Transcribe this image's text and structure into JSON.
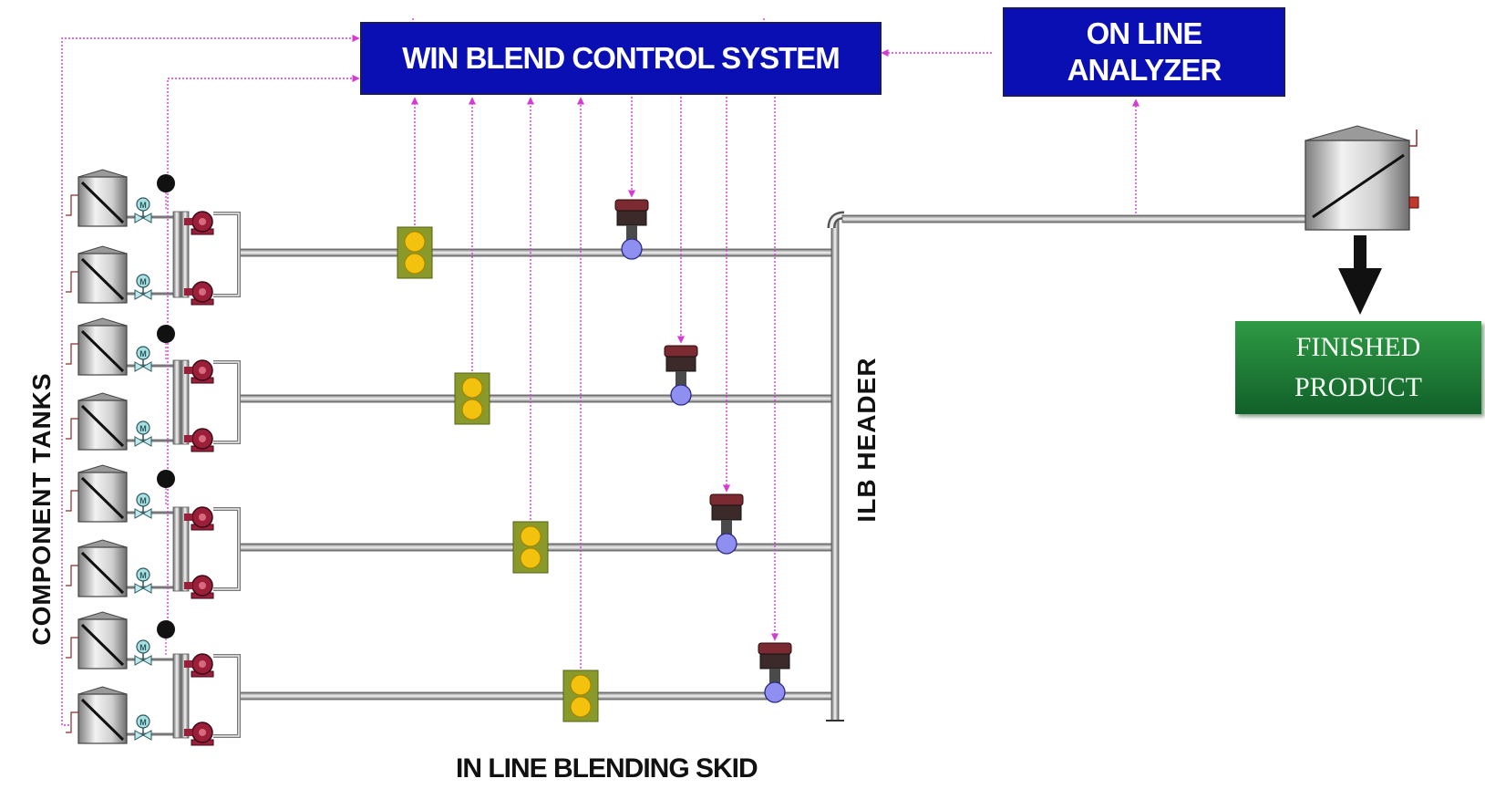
{
  "control_system": {
    "label": "WIN BLEND CONTROL SYSTEM"
  },
  "analyzer": {
    "line1": "ON LINE",
    "line2": "ANALYZER"
  },
  "finished_product": {
    "line1": "FINISHED",
    "line2": "PRODUCT"
  },
  "labels": {
    "component_tanks": "COMPONENT  TANKS",
    "ilb_header": "ILB HEADER",
    "blending_skid": "IN LINE BLENDING SKID"
  },
  "colors": {
    "control_box": "#0a0fb4",
    "signal_line": "#d63ad6",
    "pipe": "#9a9a9a",
    "flow_meter": "#8a9a2a",
    "pump": "#9c1f3a",
    "finished_box": "#1e7a35"
  },
  "components": {
    "tank_count": 8,
    "streams": 4,
    "pump_icon": "centrifugal-pump-icon",
    "valve_icon": "control-valve-icon",
    "meter_icon": "flow-meter-icon",
    "motor_valve_icon": "motor-valve-icon"
  }
}
